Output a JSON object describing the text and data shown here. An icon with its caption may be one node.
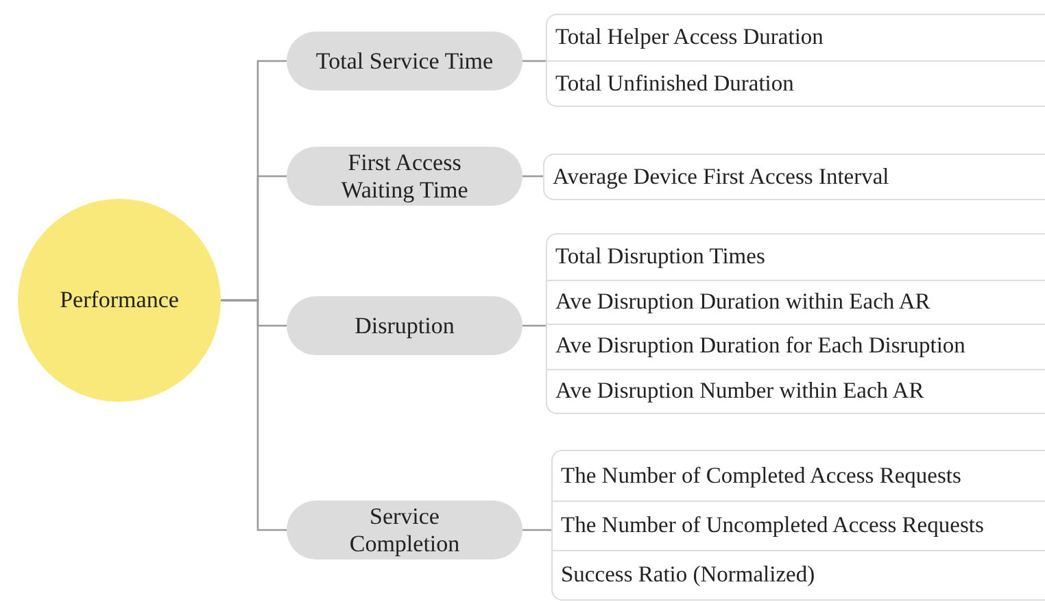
{
  "diagram": {
    "nodes": [
      {
        "text": [
          "Performance"
        ]
      },
      {
        "text": [
          "Total Service Time"
        ]
      },
      {
        "text": [],
        "shape": "box"
      },
      {
        "text": [
          "Total Helper Access Duration"
        ],
        "in": 2
      },
      {
        "text": [
          "Total Unfinished Duration"
        ],
        "in": 2
      },
      {
        "text": [
          "First Access Waiting Time"
        ]
      },
      {
        "text": [],
        "shape": "box"
      },
      {
        "text": [
          "Average Device First Access Interval"
        ],
        "in": 6
      },
      {
        "text": [
          "Disruption"
        ]
      },
      {
        "text": [],
        "shape": "box"
      },
      {
        "text": [
          "Total Disruption Times"
        ],
        "in": 9
      },
      {
        "text": [
          "Ave Disruption Duration within Each AR"
        ],
        "in": 9
      },
      {
        "text": [
          "Ave Disruption Duration for Each Disruption"
        ],
        "in": 9
      },
      {
        "text": [
          "Ave Disruption Number within Each AR"
        ],
        "in": 9
      },
      {
        "text": [
          "Service Completion"
        ]
      },
      {
        "text": [],
        "shape": "box"
      },
      {
        "text": [
          "The Number of Completed Access Requests"
        ],
        "in": 15
      },
      {
        "text": [
          "The Number of Uncompleted Access Requests"
        ],
        "in": 15
      },
      {
        "text": [
          "Success Ratio (Normalized)"
        ],
        "in": 15
      }
    ],
    "edges": [
      {
        "from": 0,
        "to": 1,
        "arrow": "none"
      },
      {
        "from": 0,
        "to": 5,
        "arrow": "none"
      },
      {
        "from": 0,
        "to": 8,
        "arrow": "none"
      },
      {
        "from": 0,
        "to": 14,
        "arrow": "none"
      },
      {
        "from": 1,
        "to": 2,
        "arrow": "none"
      },
      {
        "from": 5,
        "to": 6,
        "arrow": "none"
      },
      {
        "from": 8,
        "to": 9,
        "arrow": "none"
      },
      {
        "from": 14,
        "to": 15,
        "arrow": "none"
      }
    ]
  }
}
